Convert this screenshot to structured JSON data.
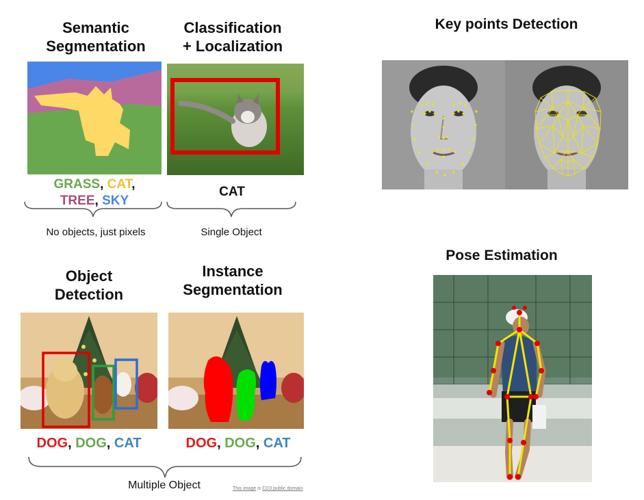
{
  "semantic_segmentation": {
    "title_line1": "Semantic",
    "title_line2": "Segmentation",
    "labels": [
      {
        "text": "GRASS",
        "color": "#6aa84f"
      },
      {
        "text": "CAT",
        "color": "#f1c232"
      },
      {
        "text": "TREE",
        "color": "#a64d79"
      },
      {
        "text": "SKY",
        "color": "#4a86e8"
      }
    ],
    "comma": ",",
    "caption": "No objects, just pixels"
  },
  "classification_localization": {
    "title_line1": "Classification",
    "title_line2": "+ Localization",
    "label": "CAT",
    "caption": "Single Object"
  },
  "object_detection": {
    "title_line1": "Object",
    "title_line2": "Detection",
    "labels": [
      {
        "text": "DOG",
        "color": "#e31a1c"
      },
      {
        "text": "DOG",
        "color": "#6aa84f"
      },
      {
        "text": "CAT",
        "color": "#3d85c6"
      }
    ]
  },
  "instance_segmentation": {
    "title_line1": "Instance",
    "title_line2": "Segmentation",
    "labels": [
      {
        "text": "DOG",
        "color": "#e31a1c"
      },
      {
        "text": "DOG",
        "color": "#6aa84f"
      },
      {
        "text": "CAT",
        "color": "#3d85c6"
      }
    ]
  },
  "multiple_object_caption": "Multiple Object",
  "credit": {
    "prefix": "This image",
    "middle": " is ",
    "link": "CC0 public domain"
  },
  "keypoints": {
    "title": "Key points Detection"
  },
  "pose": {
    "title": "Pose Estimation"
  },
  "colors": {
    "red_box": "#e00000",
    "green_box": "#2e9e3e",
    "blue_box": "#2a6fd6",
    "yellow_overlay": "#f2e600",
    "sky": "#4a86e8",
    "tree": "#b96a9d",
    "grass": "#6aa84f",
    "cat": "#ffd966"
  }
}
